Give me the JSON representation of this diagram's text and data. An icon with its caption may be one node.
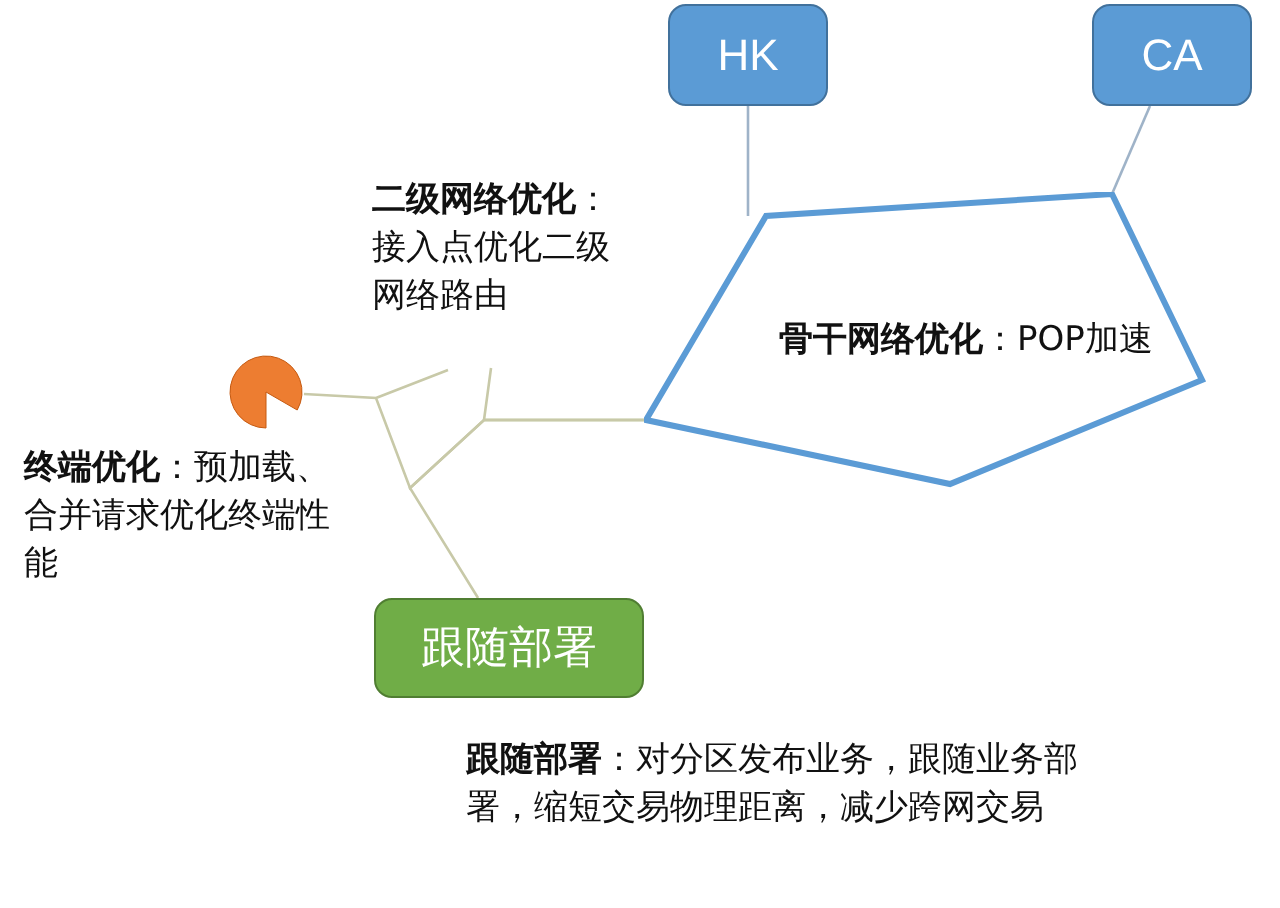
{
  "diagram": {
    "nodes": [
      {
        "text": [
          "HK"
        ]
      },
      {
        "text": [
          "CA"
        ]
      },
      {
        "text": [
          "**骨干网络优化**：POP加速"
        ]
      },
      {
        "text": [],
        "shape": "circle"
      },
      {
        "text": [
          "跟随部署"
        ]
      },
      {
        "text": [
          "**二级网络优化**：接入点优化二级网络路由"
        ]
      }
    ],
    "edges": [
      {
        "from": 0,
        "to": 2,
        "arrow": "none"
      },
      {
        "from": 1,
        "to": 2,
        "arrow": "none"
      },
      {
        "from": 3,
        "to": 2,
        "arrow": "none",
        "color": "#c8c9a8"
      },
      {
        "from": 5,
        "to": 2,
        "arrow": "none",
        "color": "#c8c9a8"
      },
      {
        "from": 4,
        "to": 2,
        "arrow": "none",
        "color": "#c8c9a8"
      }
    ],
    "labels": [
      "**终端优化**：预加载、合并请求优化终端性能",
      "**跟随部署**：对分区发布业务，跟随业务部署，缩短交易物理距离，减少跨网交易"
    ]
  }
}
